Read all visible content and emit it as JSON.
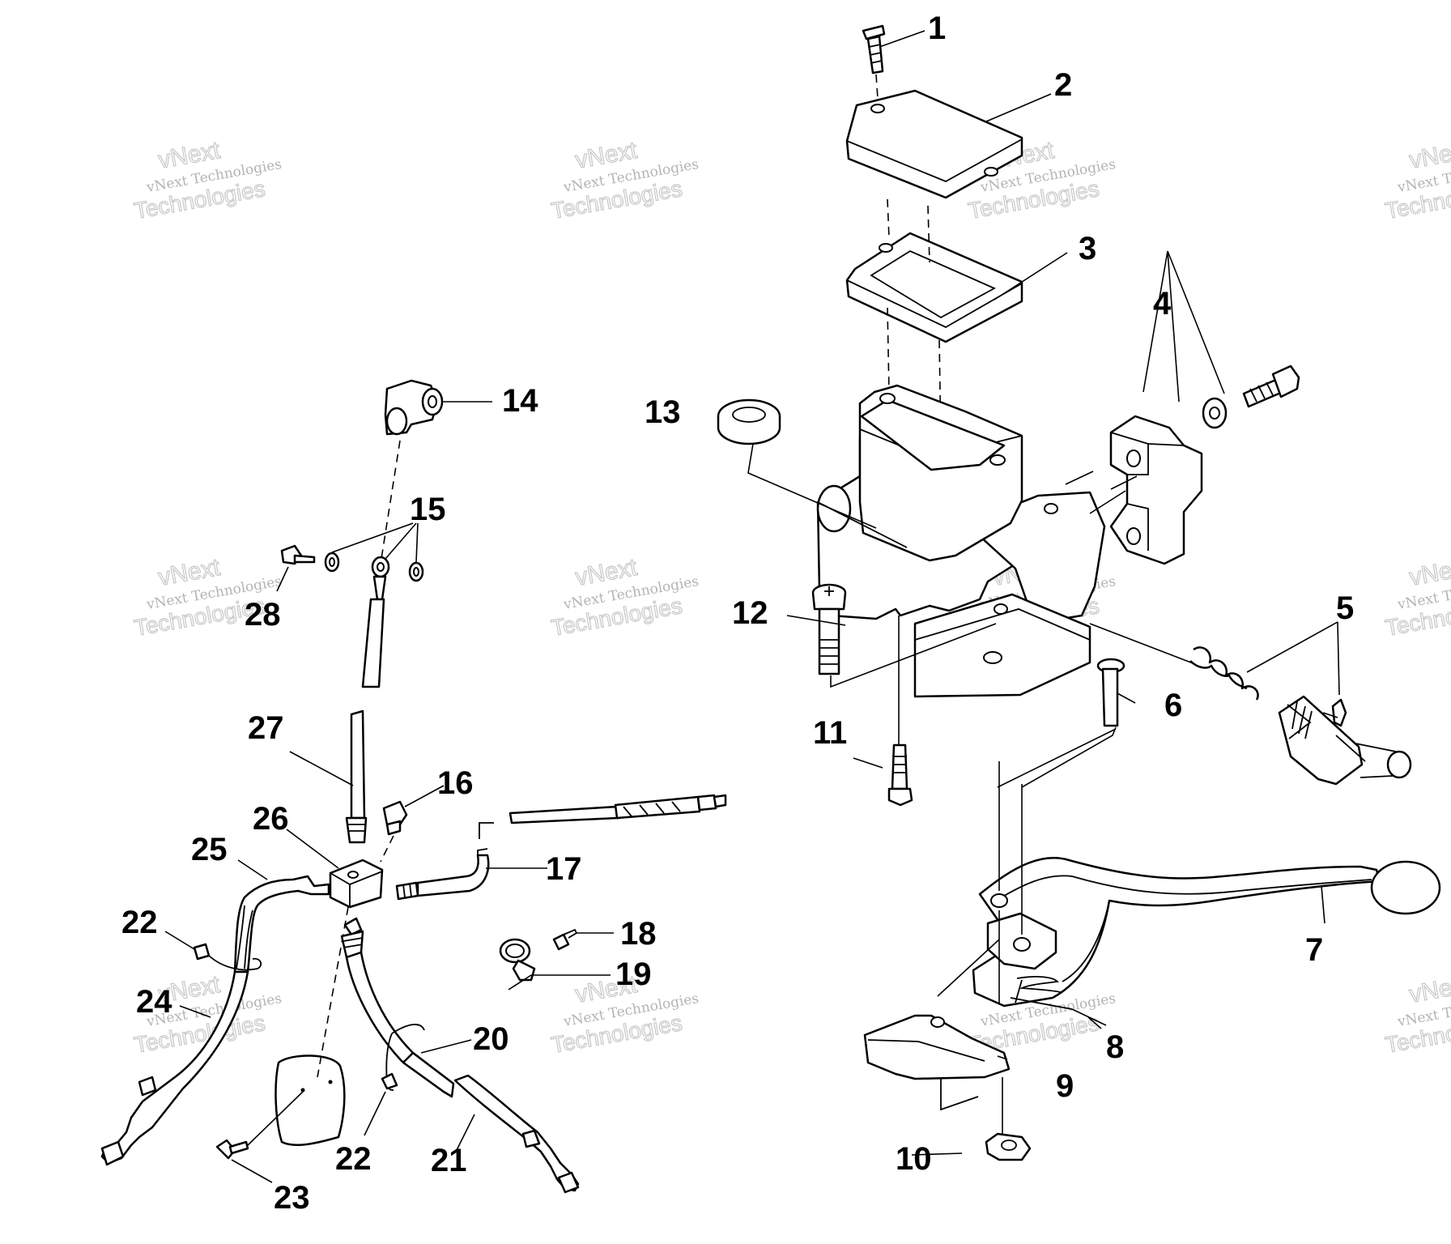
{
  "callouts": [
    {
      "id": "1",
      "label": "1"
    },
    {
      "id": "2",
      "label": "2"
    },
    {
      "id": "3",
      "label": "3"
    },
    {
      "id": "4",
      "label": "4"
    },
    {
      "id": "5",
      "label": "5"
    },
    {
      "id": "6",
      "label": "6"
    },
    {
      "id": "7",
      "label": "7"
    },
    {
      "id": "8",
      "label": "8"
    },
    {
      "id": "9",
      "label": "9"
    },
    {
      "id": "10",
      "label": "10"
    },
    {
      "id": "11",
      "label": "11"
    },
    {
      "id": "12",
      "label": "12"
    },
    {
      "id": "13",
      "label": "13"
    },
    {
      "id": "14",
      "label": "14"
    },
    {
      "id": "15",
      "label": "15"
    },
    {
      "id": "16",
      "label": "16"
    },
    {
      "id": "17",
      "label": "17"
    },
    {
      "id": "18",
      "label": "18"
    },
    {
      "id": "19",
      "label": "19"
    },
    {
      "id": "20",
      "label": "20"
    },
    {
      "id": "21",
      "label": "21"
    },
    {
      "id": "22a",
      "label": "22"
    },
    {
      "id": "22b",
      "label": "22"
    },
    {
      "id": "23",
      "label": "23"
    },
    {
      "id": "24",
      "label": "24"
    },
    {
      "id": "25",
      "label": "25"
    },
    {
      "id": "26",
      "label": "26"
    },
    {
      "id": "27",
      "label": "27"
    },
    {
      "id": "28",
      "label": "28"
    }
  ],
  "watermark": {
    "line1": "vNext",
    "line2": "vNext Technologies",
    "line3": "Technologies"
  }
}
